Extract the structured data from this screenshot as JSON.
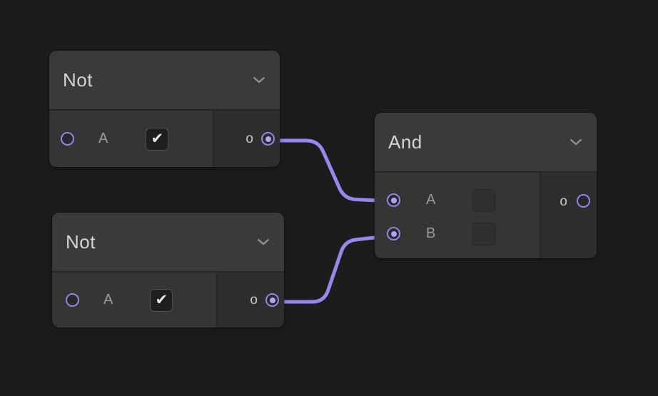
{
  "canvas": {
    "background_color": "#1c1c1c",
    "wire_color": "#9589ee",
    "port_color": "#9186ec",
    "port_fill_color": "#b1a4f6",
    "node_header_color": "#3a3a3a",
    "node_body_color": "#353535"
  },
  "nodes": [
    {
      "id": "not-1",
      "title": "Not",
      "inputs": [
        {
          "label": "A",
          "control": "checkbox",
          "checked": true,
          "check_glyph": "✔",
          "connected": false
        }
      ],
      "output": {
        "label": "o",
        "connected": true
      }
    },
    {
      "id": "not-2",
      "title": "Not",
      "inputs": [
        {
          "label": "A",
          "control": "checkbox",
          "checked": true,
          "check_glyph": "✔",
          "connected": false
        }
      ],
      "output": {
        "label": "o",
        "connected": true
      }
    },
    {
      "id": "and-1",
      "title": "And",
      "inputs": [
        {
          "label": "A",
          "control": "value-square",
          "connected": true
        },
        {
          "label": "B",
          "control": "value-square",
          "connected": true
        }
      ],
      "output": {
        "label": "o",
        "connected": false
      }
    }
  ],
  "connections": [
    {
      "from": "not-1.o",
      "to": "and-1.A"
    },
    {
      "from": "not-2.o",
      "to": "and-1.B"
    }
  ]
}
